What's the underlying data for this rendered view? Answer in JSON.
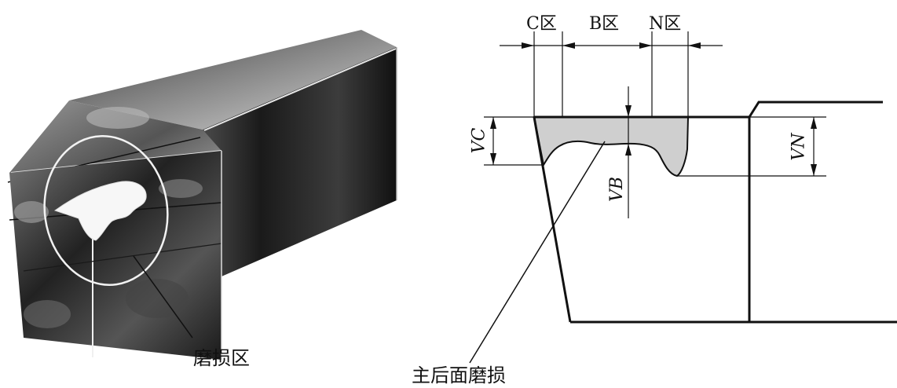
{
  "left_photo": {
    "callout_label": "磨损区"
  },
  "right_diagram": {
    "zones": {
      "c": "C区",
      "b": "B区",
      "n": "N区"
    },
    "dimensions": {
      "vc": "VC",
      "vb": "VB",
      "vn": "VN"
    },
    "callout_label": "主后面磨损"
  },
  "colors": {
    "wear_fill": "#cfcfcf",
    "line": "#111111",
    "tool_dark": "#2a2a2a"
  }
}
